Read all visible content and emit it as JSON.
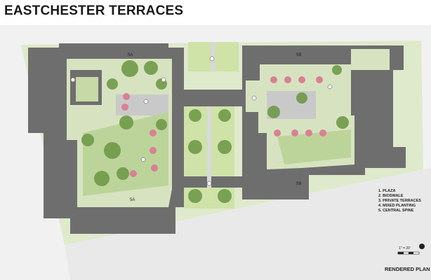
{
  "title": "EASTCHESTER TERRACES",
  "legend": [
    "1. PLAZA",
    "2. BIOSWALE",
    "3. PRIVATE TERRACES",
    "4. MIXED PLANTING",
    "5. CENTRAL SPINE"
  ],
  "section_marks": {
    "a_top": "5A",
    "a_bottom": "5A",
    "b_top": "5B",
    "b_bottom": "5B"
  },
  "scale": "1\" = 20'",
  "footer": "RENDERED PLAN",
  "colors": {
    "building": "#6e6e6e",
    "lawn": "#cfe0b0",
    "paving": "#c9c9c9",
    "tree": "#6f9a48",
    "flowering_tree": "#d98095"
  }
}
